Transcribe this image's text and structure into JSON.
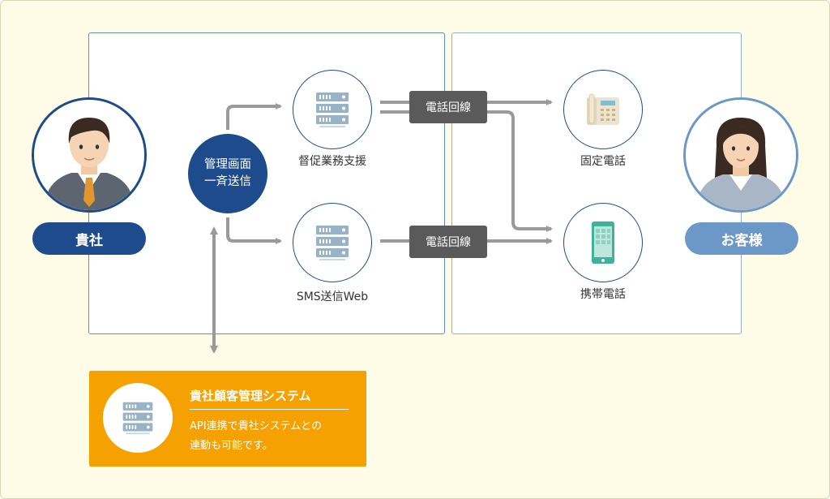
{
  "company": {
    "label": "貴社"
  },
  "customer": {
    "label": "お客様"
  },
  "hub": {
    "line1": "管理画面",
    "line2": "一斉送信"
  },
  "services": {
    "tokusoku": "督促業務支援",
    "sms": "SMS送信Web"
  },
  "phone_line_label": "電話回線",
  "destinations": {
    "fixed": "固定電話",
    "mobile": "携帯電話"
  },
  "crm": {
    "title": "貴社顧客管理システム",
    "desc_line1": "API連携で貴社システムとの",
    "desc_line2": "連動も可能です。"
  },
  "colors": {
    "background": "#fefce6",
    "navy": "#1d4b8b",
    "light_blue": "#6c98c8",
    "orange": "#f5a101",
    "dark_gray": "#5a5a5a",
    "arrow_gray": "#9a9a9a"
  },
  "icons": {
    "company": "businessman-avatar-icon",
    "customer": "businesswoman-avatar-icon",
    "server": "server-icon",
    "fixed_phone": "desk-phone-icon",
    "mobile_phone": "smartphone-icon"
  }
}
